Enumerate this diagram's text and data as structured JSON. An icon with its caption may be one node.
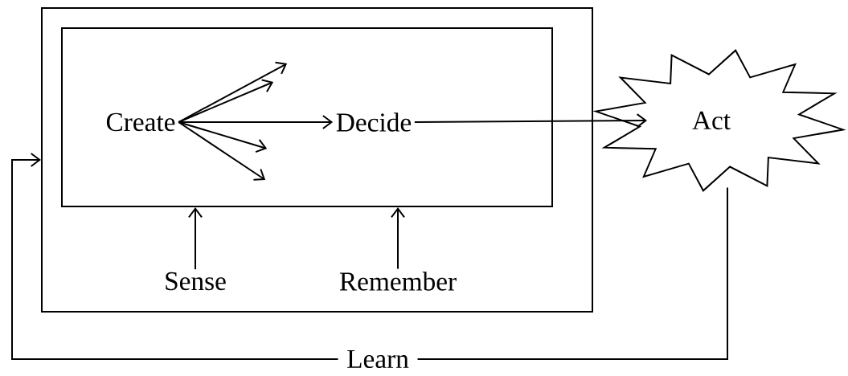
{
  "diagram": {
    "nodes": [
      {
        "text": [],
        "shape": "box"
      },
      {
        "text": [],
        "shape": "box",
        "in": 0
      },
      {
        "text": [
          "Create"
        ],
        "in": 1
      },
      {
        "text": [
          "Decide"
        ],
        "in": 1
      },
      {
        "text": [
          "Act"
        ]
      },
      {
        "text": [
          "Sense"
        ],
        "in": 0
      },
      {
        "text": [
          "Remember"
        ],
        "in": 0
      }
    ],
    "edges": [
      {
        "from": 2,
        "to": null,
        "arrow": "to"
      },
      {
        "from": 2,
        "to": null,
        "arrow": "to"
      },
      {
        "from": 2,
        "to": 3,
        "arrow": "to"
      },
      {
        "from": 2,
        "to": null,
        "arrow": "to"
      },
      {
        "from": 2,
        "to": null,
        "arrow": "to"
      },
      {
        "from": 3,
        "to": 4,
        "arrow": "to"
      },
      {
        "from": 5,
        "to": 1,
        "arrow": "to"
      },
      {
        "from": 6,
        "to": 1,
        "arrow": "to"
      },
      {
        "from": 4,
        "to": 0,
        "label": "Learn",
        "arrow": "to"
      }
    ]
  }
}
